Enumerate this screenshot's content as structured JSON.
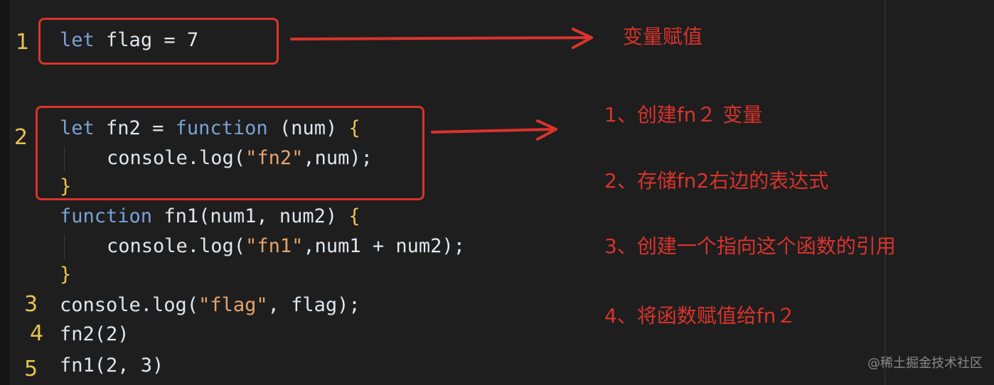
{
  "step_numbers": [
    "1",
    "2",
    "3",
    "4",
    "5"
  ],
  "code": {
    "line1": {
      "kw": "let",
      "name": "flag",
      "op": "=",
      "val": "7"
    },
    "line2": {
      "kw": "let",
      "name": "fn2",
      "op": "=",
      "fn": "function",
      "params": "(num)",
      "brace": "{"
    },
    "line3": {
      "obj": "console.log(",
      "str": "\"fn2\"",
      "rest": ",num",
      "close": ");"
    },
    "line4": {
      "brace": "}"
    },
    "line5": {
      "fn": "function",
      "name": "fn1(num1, num2)",
      "brace": "{"
    },
    "line6": {
      "obj": "console.log(",
      "str": "\"fn1\"",
      "rest": ",num1 + num2",
      "close": ");"
    },
    "line7": {
      "brace": "}"
    },
    "line8": {
      "obj": "console.log(",
      "str": "\"flag\"",
      "rest": ", flag",
      "close": ");"
    },
    "line9": {
      "text": "fn2(2)"
    },
    "line10": {
      "text": "fn1(2, 3)"
    }
  },
  "annotations": {
    "assign": "变量赋值",
    "steps": [
      "1、创建fn２ 变量",
      "2、存储fn2右边的表达式",
      "3、创建一个指向这个函数的引用",
      "4、将函数赋值给fn２"
    ]
  },
  "watermark": "@稀土掘金技术社区",
  "colors": {
    "background": "#1e1e1e",
    "highlight": "#d9332c",
    "step_number": "#e8c44d",
    "keyword": "#7aa2d6",
    "string": "#e7a36b",
    "bracket": "#f0c44a"
  }
}
